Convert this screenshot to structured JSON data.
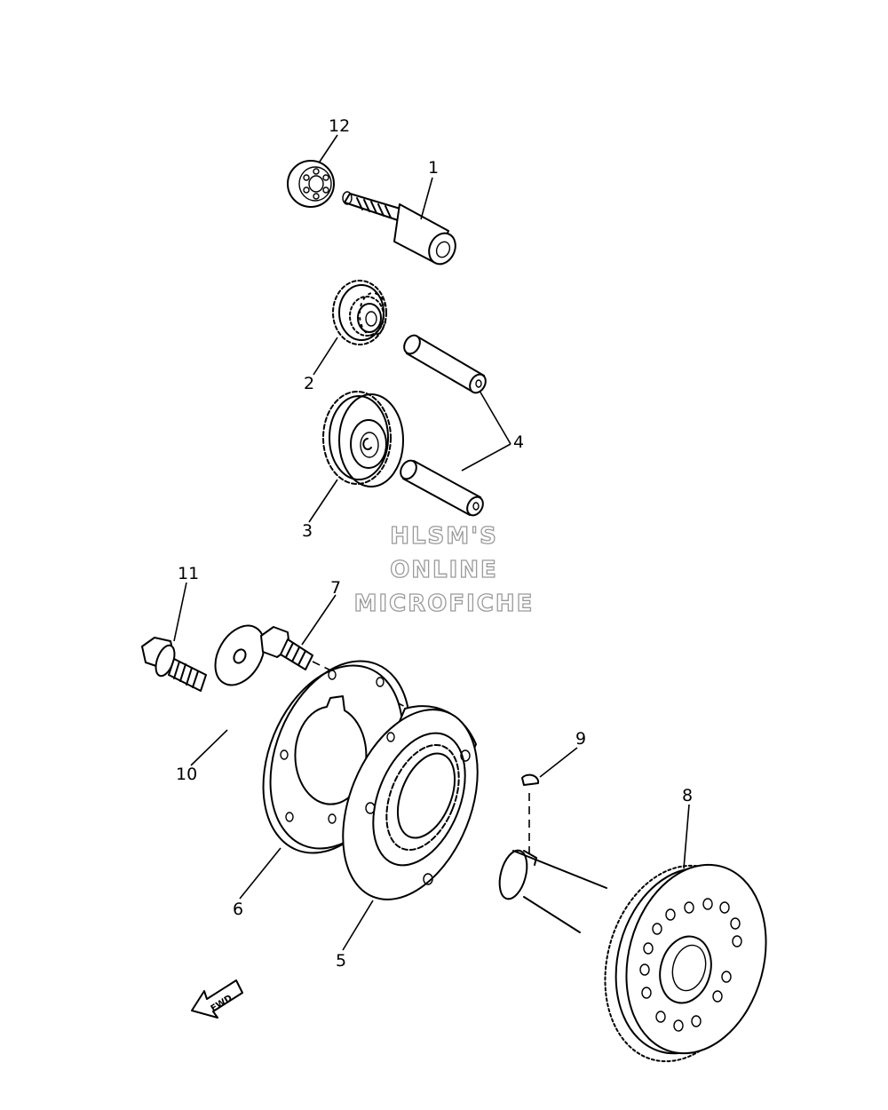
{
  "callouts": {
    "p1": "1",
    "p2": "2",
    "p3": "3",
    "p4": "4",
    "p5": "5",
    "p6": "6",
    "p7": "7",
    "p8": "8",
    "p9": "9",
    "p10": "10",
    "p11": "11",
    "p12": "12"
  },
  "watermark": {
    "line1": "HLSM'S",
    "line2": "ONLINE",
    "line3": "MICROFICHE"
  },
  "direction_marker": "FWD",
  "colors": {
    "line": "#000000",
    "watermark_outline": "#9a9a9a",
    "background": "#ffffff"
  }
}
